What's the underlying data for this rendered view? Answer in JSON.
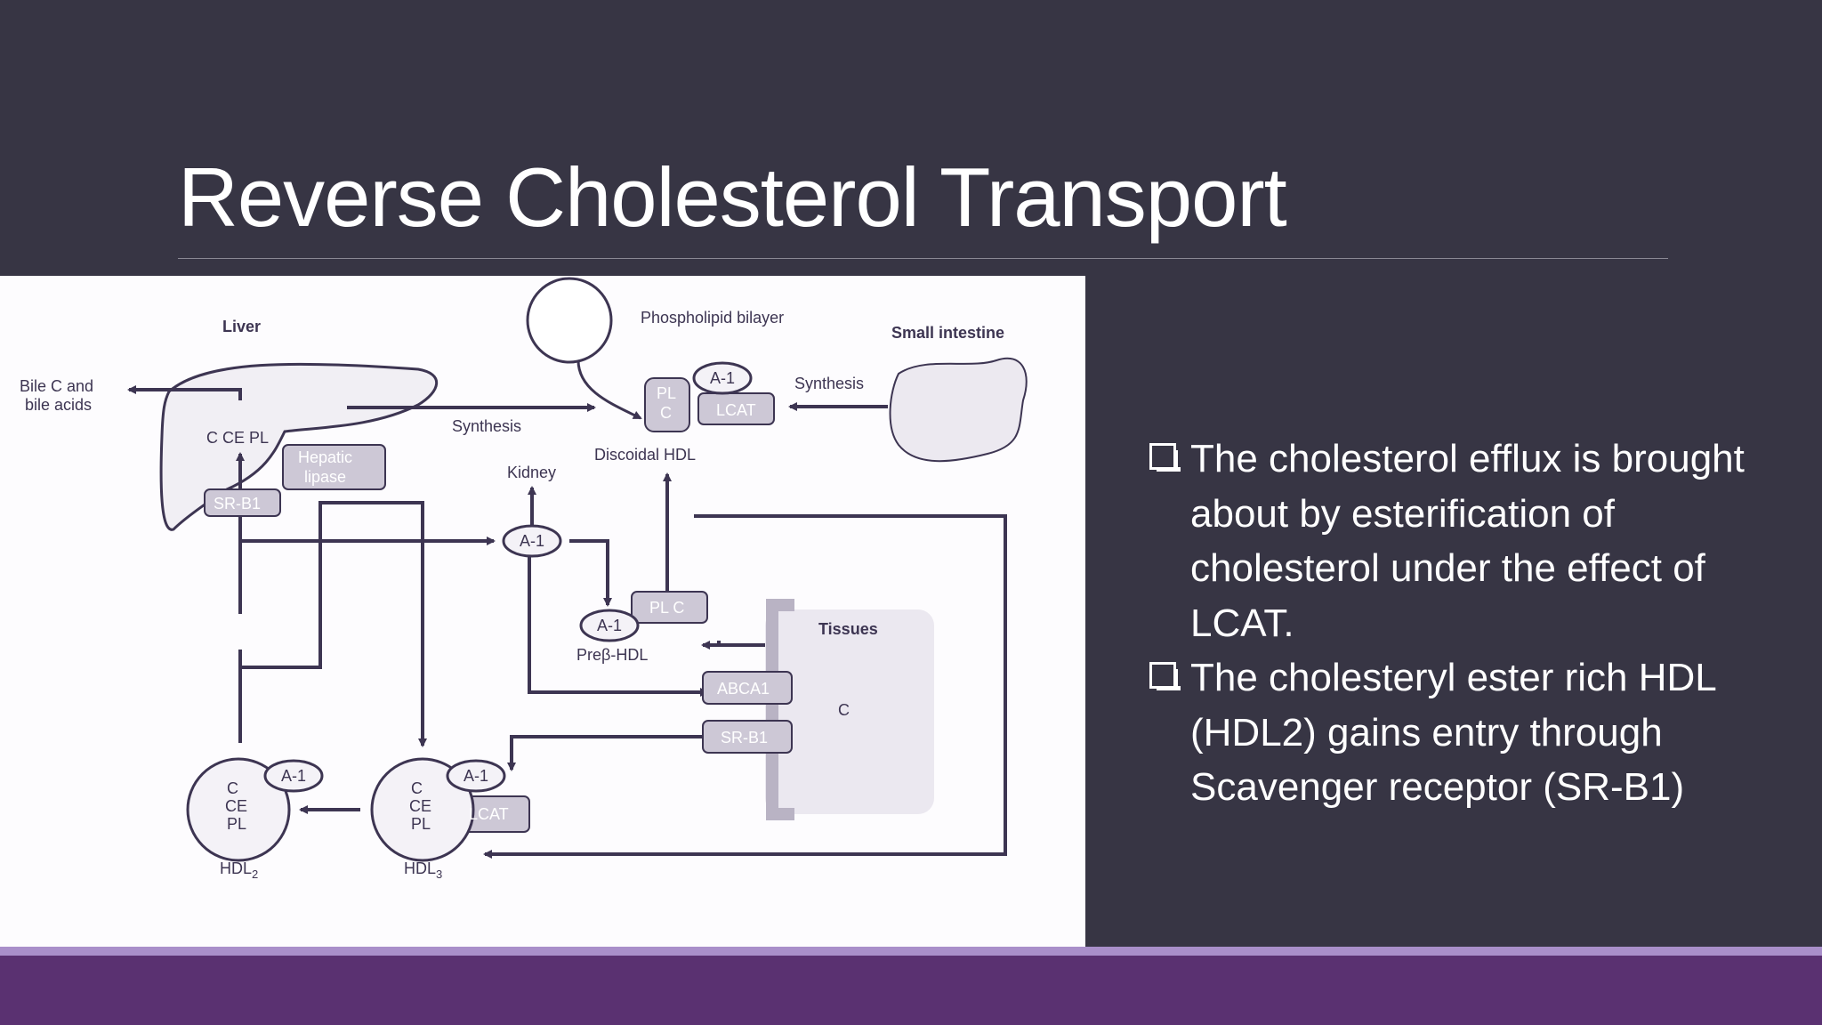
{
  "slide": {
    "title": "Reverse Cholesterol Transport",
    "bullets": [
      "The cholesterol efflux is brought about by esterification of cholesterol under the effect of LCAT.",
      "The cholesteryl ester rich HDL (HDL2) gains entry through Scavenger receptor (SR-B1)"
    ]
  },
  "diagram": {
    "labels": {
      "liver": "Liver",
      "bile": [
        "Bile C and",
        "bile acids"
      ],
      "liver_lipids": "C CE PL",
      "hepatic_lipase": [
        "Hepatic",
        "lipase"
      ],
      "srb1_liver": "SR-B1",
      "phospholipid_bilayer": "Phospholipid bilayer",
      "small_intestine": "Small intestine",
      "synthesis_left": "Synthesis",
      "synthesis_right": "Synthesis",
      "discoidal_hdl": "Discoidal HDL",
      "pl": "PL",
      "c": "C",
      "a1": "A-1",
      "lcat": "LCAT",
      "kidney": "Kidney",
      "plc": "PL C",
      "prebeta_hdl": "Preβ-HDL",
      "tissues": "Tissues",
      "abca1": "ABCA1",
      "srb1_tissue": "SR-B1",
      "tissue_c": "C",
      "hdl_lipids": [
        "C",
        "CE",
        "PL"
      ],
      "hdl2": "HDL",
      "hdl2_sub": "2",
      "hdl3": "HDL",
      "hdl3_sub": "3"
    }
  },
  "colors": {
    "background": "#373544",
    "figure_bg": "#fdfcfe",
    "diagram_line": "#3d3552",
    "box_fill": "#cdc8d6",
    "footer": "#5a3171",
    "footer_accent": "#a98fca"
  }
}
